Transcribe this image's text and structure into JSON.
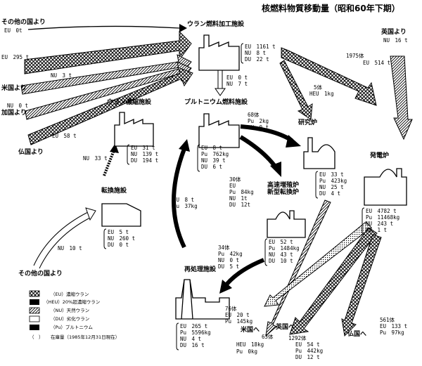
{
  "title": "核燃料物質移動量（昭和60年下期）",
  "facilities": {
    "fabrication": "ウラン燃料加工施設",
    "enrichment": "ウラン濃縮施設",
    "plutonium": "プルトニウム燃料施設",
    "research": "研究炉",
    "power": "発電炉",
    "fbr_line1": "高速増殖炉",
    "fbr_line2": "新型転換炉",
    "conversion": "転換施設",
    "reprocessing": "再処理施設"
  },
  "origins": {
    "other_top": "その他の国より",
    "us": "米国より",
    "canada": "加国より",
    "france": "仏国より",
    "uk": "英国より",
    "other_bottom": "その他の国より"
  },
  "destinations": {
    "us": "米国へ",
    "uk": "英国へ",
    "france": "仏国へ"
  },
  "flows": {
    "other_top_eu": "EU　0t",
    "eu_295": "EU　295 t",
    "us_nu": "NU　3 t",
    "canada_nu": "NU　0 t",
    "france_eu": "EU　58 t",
    "uk_nu": "NU　16 t",
    "enrich_nu": "NU　33 t",
    "other_bottom_nu": "NU　10 t",
    "fab_to_pu_eu": "EU　0 t",
    "fab_to_pu_nu": "NU　7 t",
    "heu_research_count": "5体",
    "heu_research": "HEU　1kg",
    "fab_to_power_count": "1975体",
    "fab_to_power": "EU　514 t",
    "pu_research_count": "68体",
    "pu_research_pu": "Pu　2kg",
    "pu_research_nu": "NU　0 t",
    "pu_fbr_count": "30体",
    "pu_fbr_eu": "EU",
    "pu_fbr_pu": "Pu　84kg",
    "pu_fbr_nu": "NU　1t",
    "pu_fbr_du": "DU　12t",
    "rep_to_pu_eu": "EU　8 t",
    "rep_to_pu_pu": "Pu　37kg",
    "to_rep_count": "34体",
    "to_rep_pu": "Pu　42kg",
    "to_rep_nu": "NU　0 t",
    "to_rep_du": "DU　5 t",
    "us_out_count": "76体",
    "us_out_eu": "EU　20 t",
    "us_out_pu": "Pu　145kg",
    "heu_out_heu": "HEU　18kg",
    "heu_out_pu": "Pu　0kg",
    "heu_out_count": "63体",
    "uk_out_count": "1292体",
    "uk_out_eu": "EU　54 t",
    "uk_out_pu": "Pu　442kg",
    "uk_out_du": "DU　12 t",
    "fr_out_count": "561体",
    "fr_out_eu": "EU　133 t",
    "fr_out_pu": "Pu　97kg"
  },
  "stocks": {
    "fabrication": [
      "EU　1161 t",
      "NU　8 t",
      "DU　22 t"
    ],
    "enrichment": [
      "EU　31 t",
      "NU　139 t",
      "DU　194 t"
    ],
    "plutonium": [
      "EU　8 t",
      "Pu　762kg",
      "NU　39 t",
      "DU　6 t"
    ],
    "research": [
      "EU　33 t",
      "Pu　423kg",
      "NU　25 t",
      "DU　4 t"
    ],
    "power": [
      "EU　4782 t",
      "Pu　11468kg",
      "NU　243 t",
      "DU　1 t"
    ],
    "fbr": [
      "EU　52 t",
      "Pu　1484kg",
      "NU　43 t",
      "DU　10 t"
    ],
    "conversion": [
      "EU　5 t",
      "NU　260 t",
      "DU　0 t"
    ],
    "reprocessing": [
      "EU　265 t",
      "Pu　5596kg",
      "NU　4 t",
      "DU　16 t"
    ]
  },
  "legend": {
    "eu": "（EU）濃縮ウラン",
    "heu": "（HEU）20%超濃縮ウラン",
    "nu": "（NU）天然ウラン",
    "du": "（DU）劣化ウラン",
    "pu": "（Pu）プルトニウム",
    "paren_sym": "（　）",
    "paren_desc": "在庫量（1985年12月31日現在）"
  }
}
